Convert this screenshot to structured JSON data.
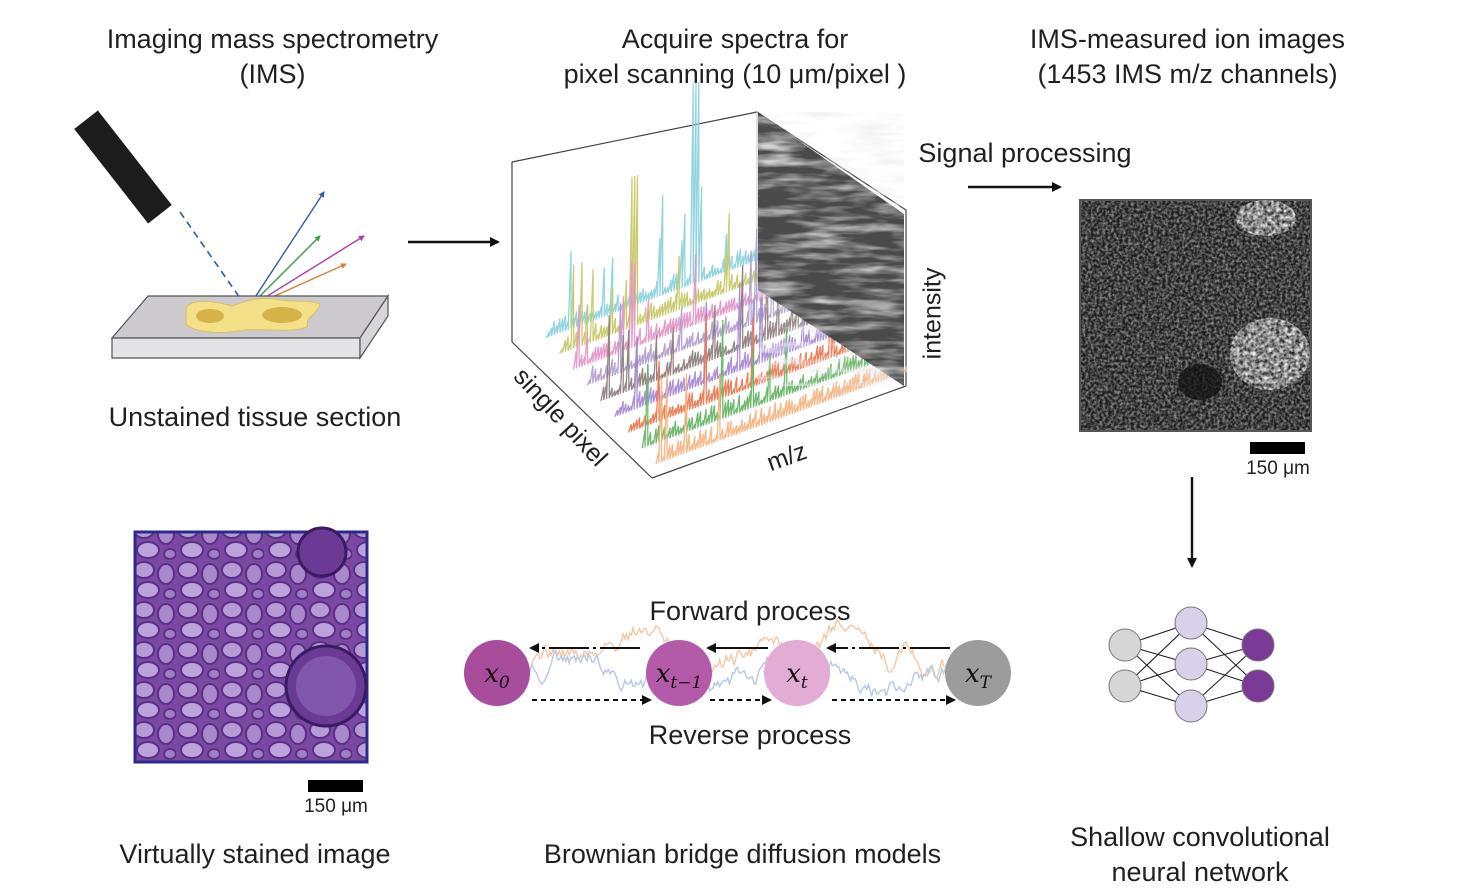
{
  "panels": {
    "ims": {
      "title_line1": "Imaging mass spectrometry",
      "title_line2": "(IMS)",
      "caption": "Unstained tissue section"
    },
    "spectra": {
      "title_line1": "Acquire spectra for",
      "title_line2": "pixel scanning (10 μm/pixel )",
      "axis_intensity": "intensity",
      "axis_single_pixel": "single pixel",
      "axis_mz": "m/z"
    },
    "ion_images": {
      "title_line1": "IMS-measured ion images",
      "title_line2": "(1453 IMS m/z channels)",
      "arrow_label": "Signal processing",
      "scalebar": "150 μm"
    },
    "virtual": {
      "caption": "Virtually stained image",
      "scalebar": "150 μm"
    },
    "bbdm": {
      "caption": "Brownian bridge diffusion models",
      "forward_label": "Forward process",
      "reverse_label": "Reverse process",
      "nodes": [
        {
          "base": "x",
          "sub": "0",
          "color": "#a84c9c"
        },
        {
          "base": "x",
          "sub": "t−1",
          "color": "#b35aa8"
        },
        {
          "base": "x",
          "sub": "t",
          "color": "#e2acd5"
        },
        {
          "base": "x",
          "sub": "T",
          "color": "#9c9c9c"
        }
      ]
    },
    "cnn": {
      "caption_line1": "Shallow convolutional",
      "caption_line2": "neural network"
    }
  },
  "colors": {
    "tissue": "#f5e08a",
    "tissue_dark": "#d6b24a",
    "slide_top": "#cccace",
    "slide_front": "#e4e3e6",
    "stain_purple": "#7d4fa6",
    "cnn_input": "#d6d6d6",
    "cnn_hidden": "#d9d0ea",
    "cnn_output": "#7a3a96",
    "spectra_series": [
      "#8cd3dd",
      "#c7c96a",
      "#e596c8",
      "#b2a0cf",
      "#8f7f7f",
      "#a88ad6",
      "#ec7a52",
      "#68b668",
      "#f6b482"
    ]
  }
}
